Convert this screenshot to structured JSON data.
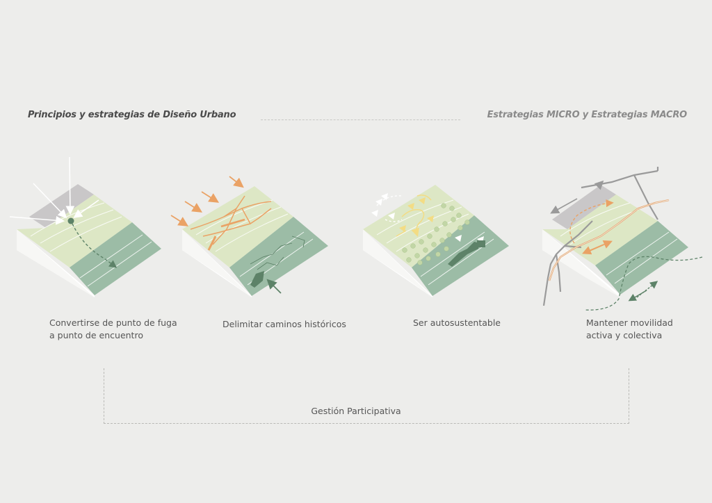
{
  "header": {
    "left_title": "Principios y estrategias de Diseño Urbano",
    "right_title": "Estrategias MICRO y Estrategias MACRO"
  },
  "strategies": [
    {
      "line1": "Convertirse de punto de fuga",
      "line2": "a punto de encuentro"
    },
    {
      "line1": "Delimitar caminos históricos",
      "line2": ""
    },
    {
      "line1": "Ser autosustentable",
      "line2": ""
    },
    {
      "line1": "Mantener movilidad",
      "line2": "activa y colectiva"
    }
  ],
  "footer": {
    "label": "Gestión Participativa"
  },
  "colors": {
    "background": "#ededeb",
    "terrain_light": "#dde7c5",
    "terrain_dark": "#9cbca6",
    "terrain_side": "#ffffff",
    "urban_gray": "#c9c7c8",
    "accent_orange": "#eaa265",
    "accent_yellow": "#f3dc84",
    "path_green": "#5d8268"
  }
}
